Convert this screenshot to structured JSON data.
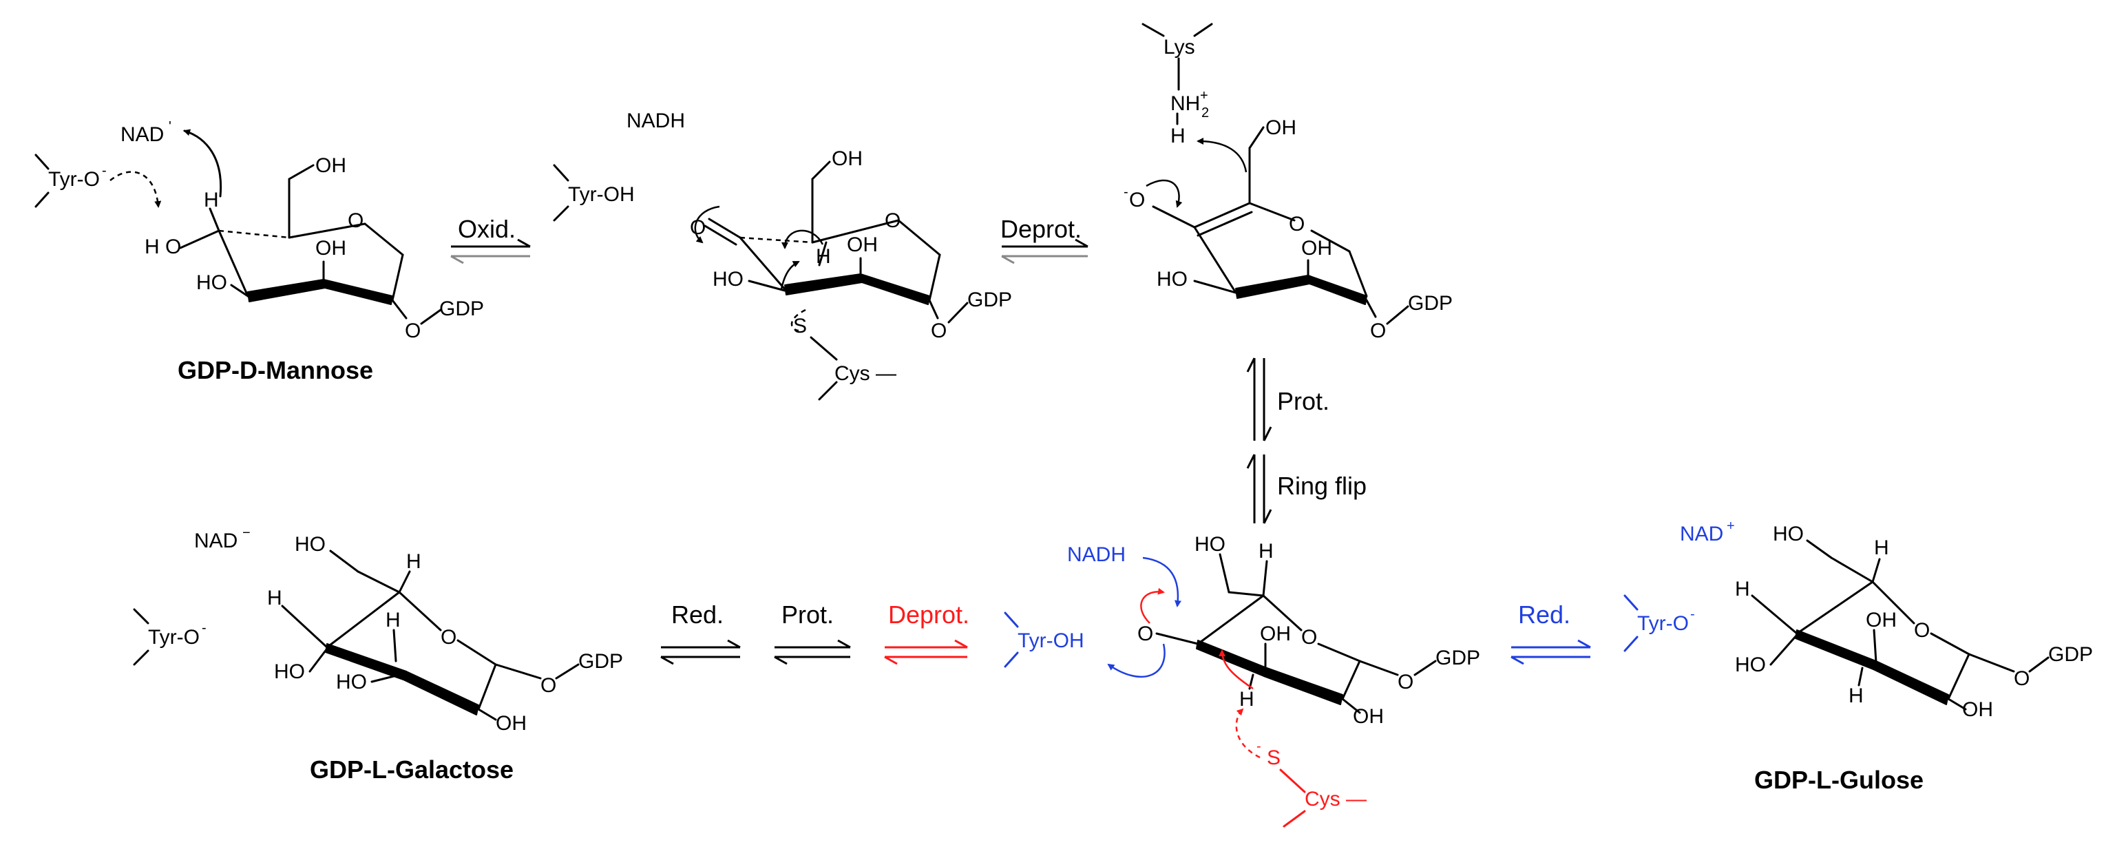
{
  "labels": {
    "oxid": "Oxid.",
    "deprot_top": "Deprot.",
    "prot_vertical": "Prot.",
    "ring_flip": "Ring flip",
    "red_left": "Red.",
    "prot_left": "Prot.",
    "deprot_left": "Deprot.",
    "red_right": "Red."
  },
  "compounds": {
    "mannose": "GDP-D-Mannose",
    "galactose": "GDP-L-Galactose",
    "gulose": "GDP-L-Gulose"
  },
  "atoms": {
    "ho": "HO",
    "oh": "OH",
    "o": "O",
    "h": "H",
    "h_o": "H O",
    "gdp": "GDP",
    "s": "S",
    "cys": "Cys",
    "lys": "Lys",
    "nh": "NH",
    "nh_sub": "2",
    "nh_sup": "+",
    "tyr_o": "Tyr-O",
    "tyr_oh": "Tyr-OH",
    "minus": "-",
    "nad": "NAD",
    "nad_sup_top": "'",
    "nad_sup_plus": "+",
    "nad_sup_minus": "−",
    "nadh": "NADH",
    "dash": "—"
  },
  "colors": {
    "blue": "#1f3fe0",
    "red": "#ff1a1a",
    "black": "#000000",
    "gray": "#888888"
  }
}
